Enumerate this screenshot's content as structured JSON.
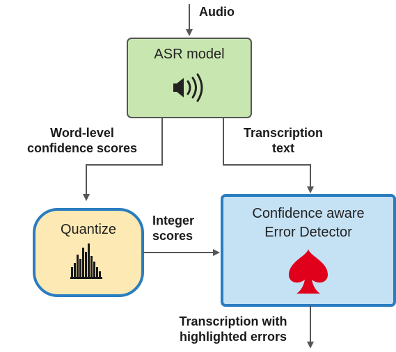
{
  "inputs": {
    "audio_label": "Audio"
  },
  "asr_box": {
    "title": "ASR model",
    "icon": "speaker-icon",
    "fill": "#c8e6b0",
    "border": "#555555"
  },
  "quantize_box": {
    "title": "Quantize",
    "icon": "histogram-icon",
    "fill": "#fde9b3",
    "border": "#2a7dc0"
  },
  "detector_box": {
    "title_line1": "Confidence aware",
    "title_line2": "Error Detector",
    "icon": "spade-icon",
    "fill": "#c5e1f4",
    "border": "#2a7dc0",
    "icon_color": "#e0001b"
  },
  "edges": {
    "word_level_line1": "Word-level",
    "word_level_line2": "confidence scores",
    "transcription_text_line1": "Transcription",
    "transcription_text_line2": "text",
    "integer_scores_line1": "Integer",
    "integer_scores_line2": "scores",
    "output_line1": "Transcription with",
    "output_line2": "highlighted errors"
  }
}
